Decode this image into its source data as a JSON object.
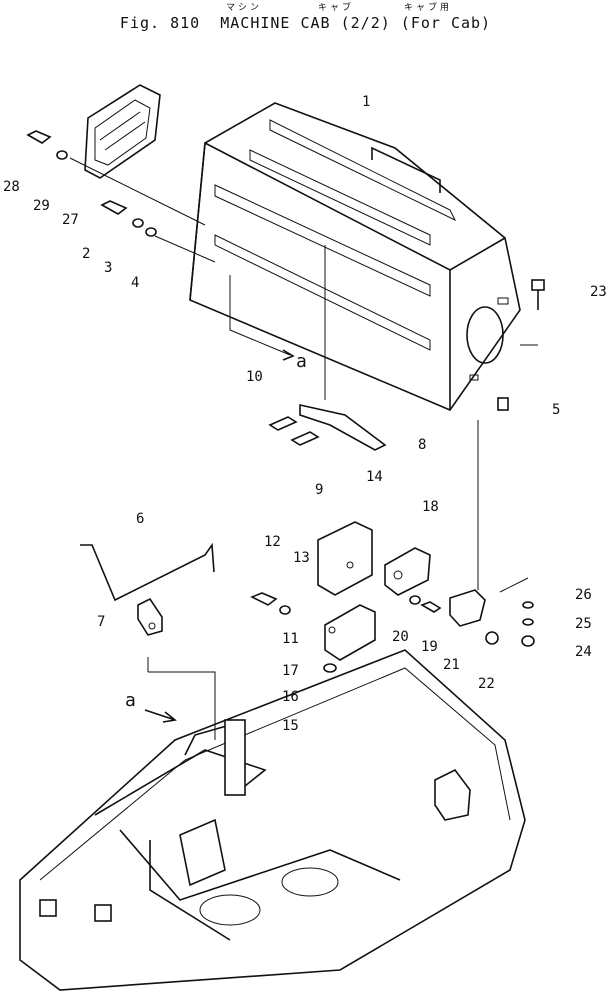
{
  "title": {
    "fig": "Fig. 810",
    "name": "MACHINE CAB",
    "fraction": "(2/2)",
    "qualifier": "(For Cab)",
    "kana_machine": "マシン",
    "kana_cab": "キャブ",
    "kana_for_cab": "キャブ用"
  },
  "view_marker": "a",
  "part_labels": [
    "1",
    "2",
    "3",
    "4",
    "5",
    "6",
    "7",
    "8",
    "9",
    "10",
    "11",
    "12",
    "13",
    "14",
    "15",
    "16",
    "17",
    "18",
    "19",
    "20",
    "21",
    "22",
    "23",
    "24",
    "25",
    "26",
    "27",
    "28",
    "29"
  ]
}
